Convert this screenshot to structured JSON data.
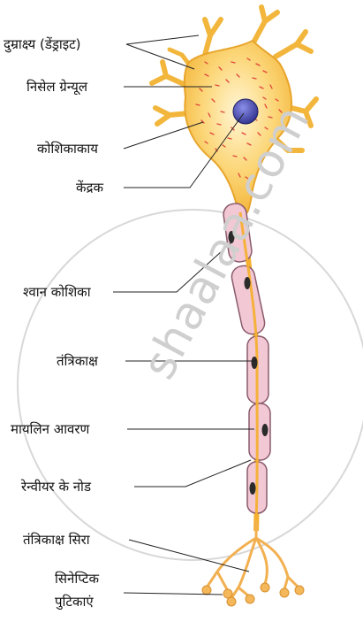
{
  "labels": {
    "dendrite": "दुम्राक्ष्य (डेंड्राइट)",
    "nissl": "निसेल ग्रेन्यूल",
    "cell_body": "कोशिकाकाय",
    "nucleus": "केंद्रक",
    "schwann": "श्वान कोशिका",
    "axon": "तंत्रिकाक्ष",
    "myelin": "मायलिन आवरण",
    "ranvier": "रेन्वीयर के नोड",
    "axon_end": "तंत्रिकाक्ष सिरा",
    "synaptic_1": "सिनेप्टिक",
    "synaptic_2": "पुटिकाएं"
  },
  "watermark": "shaalaa.com",
  "colors": {
    "cell": "#f7c24a",
    "cell_light": "#fde7a8",
    "granule": "#e0443a",
    "nucleus": "#3c3fa0",
    "myelin": "#f2c8d4",
    "myelin_edge": "#b07088",
    "axon": "#f4b030",
    "line": "#222222"
  }
}
